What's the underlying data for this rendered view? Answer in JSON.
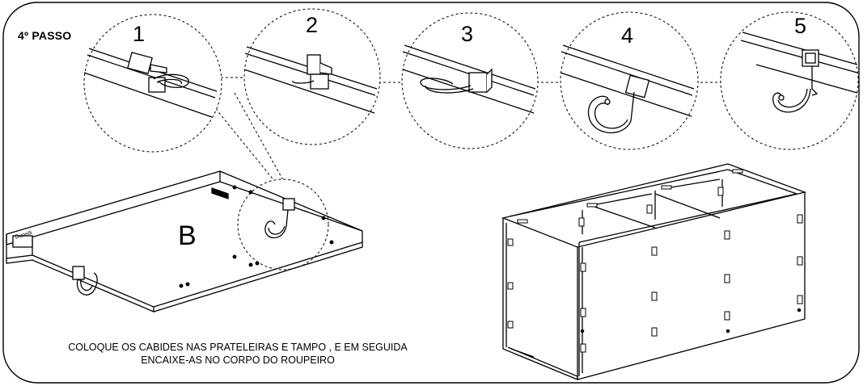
{
  "step_title": "4º PASSO",
  "steps": [
    "1",
    "2",
    "3",
    "4",
    "5"
  ],
  "part_label": "B",
  "brand_mark": "Dunelli",
  "instruction": {
    "line1": "COLOQUE OS CABIDES NAS PRATELEIRAS E TAMPO , E EM SEGUIDA",
    "line2": "ENCAIXE-AS NO CORPO DO ROUPEIRO"
  }
}
